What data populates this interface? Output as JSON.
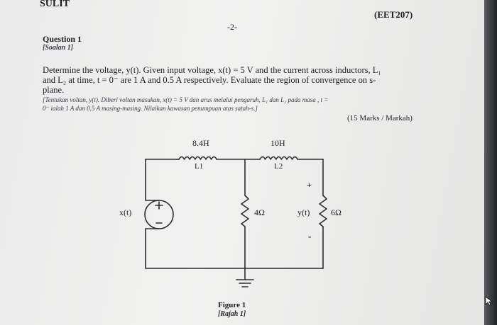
{
  "header": {
    "sulit": "SULIT",
    "course_code": "(EET207)",
    "page_number": "-2-"
  },
  "question": {
    "title": "Question 1",
    "title_malay": "[Soalan 1]",
    "text_lines": [
      "Determine the voltage, y(t). Given input voltage, x(t) = 5 V and the current across inductors, L₁",
      "and L₂ at time, t = 0⁻ are 1 A and 0.5 A respectively. Evaluate the region of convergence on s-",
      "plane."
    ],
    "malay_lines": [
      "[Tentukan voltan, y(t). Diberi voltan masukan, x(t) = 5 V dan arus melalui pengaruh, L₁ dan L₂ pada masa , t =",
      "0⁻ ialah 1 A dan 0.5 A masing-masing. Nilaikan kawasan penumpuan atas satah-s.]"
    ],
    "marks": "(15 Marks / Markah)"
  },
  "circuit": {
    "l1_value": "8.4H",
    "l1_label": "L1",
    "l2_value": "10H",
    "l2_label": "L2",
    "r1_value": "4Ω",
    "r2_value": "6Ω",
    "source_label": "x(t)",
    "output_label": "y(t)",
    "plus_sign": "+",
    "minus_sign": "-",
    "stroke_color": "#2b2b33"
  },
  "figure": {
    "caption": "Figure 1",
    "caption_malay": "[Rajah 1]"
  }
}
